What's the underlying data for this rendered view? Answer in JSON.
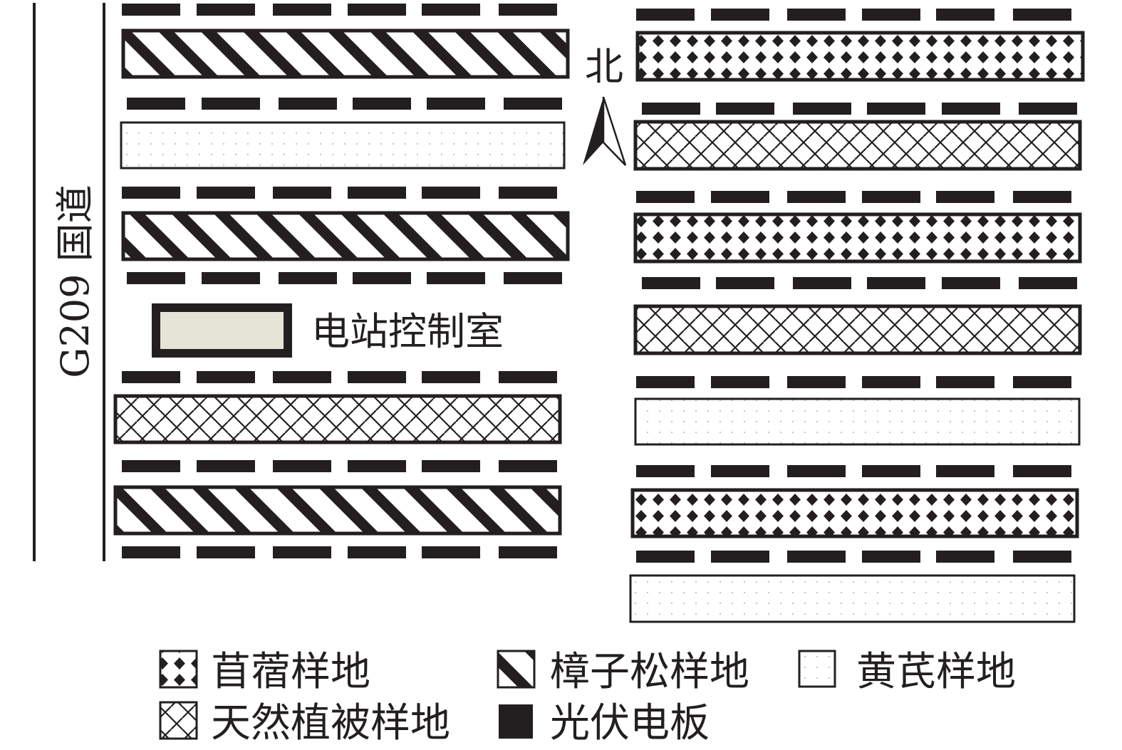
{
  "road_label": "G209 国道",
  "north_label": "北",
  "control_room_label": "电站控制室",
  "colors": {
    "ink": "#231f20",
    "control_room_fill": "#e6e4d6",
    "dot": "#9a9a9a"
  },
  "left_column_plots": [
    "zhangzisong",
    "huangqi",
    "zhangzisong",
    "tianran",
    "zhangzisong"
  ],
  "right_column_plots": [
    "muxu",
    "tianran",
    "muxu",
    "tianran",
    "huangqi",
    "muxu",
    "huangqi"
  ],
  "legend": [
    {
      "key": "muxu",
      "label": "苜蓿样地"
    },
    {
      "key": "zhangzisong",
      "label": "樟子松样地"
    },
    {
      "key": "huangqi",
      "label": "黄芪样地"
    },
    {
      "key": "tianran",
      "label": "天然植被样地"
    },
    {
      "key": "pv",
      "label": "光伏电板"
    }
  ]
}
